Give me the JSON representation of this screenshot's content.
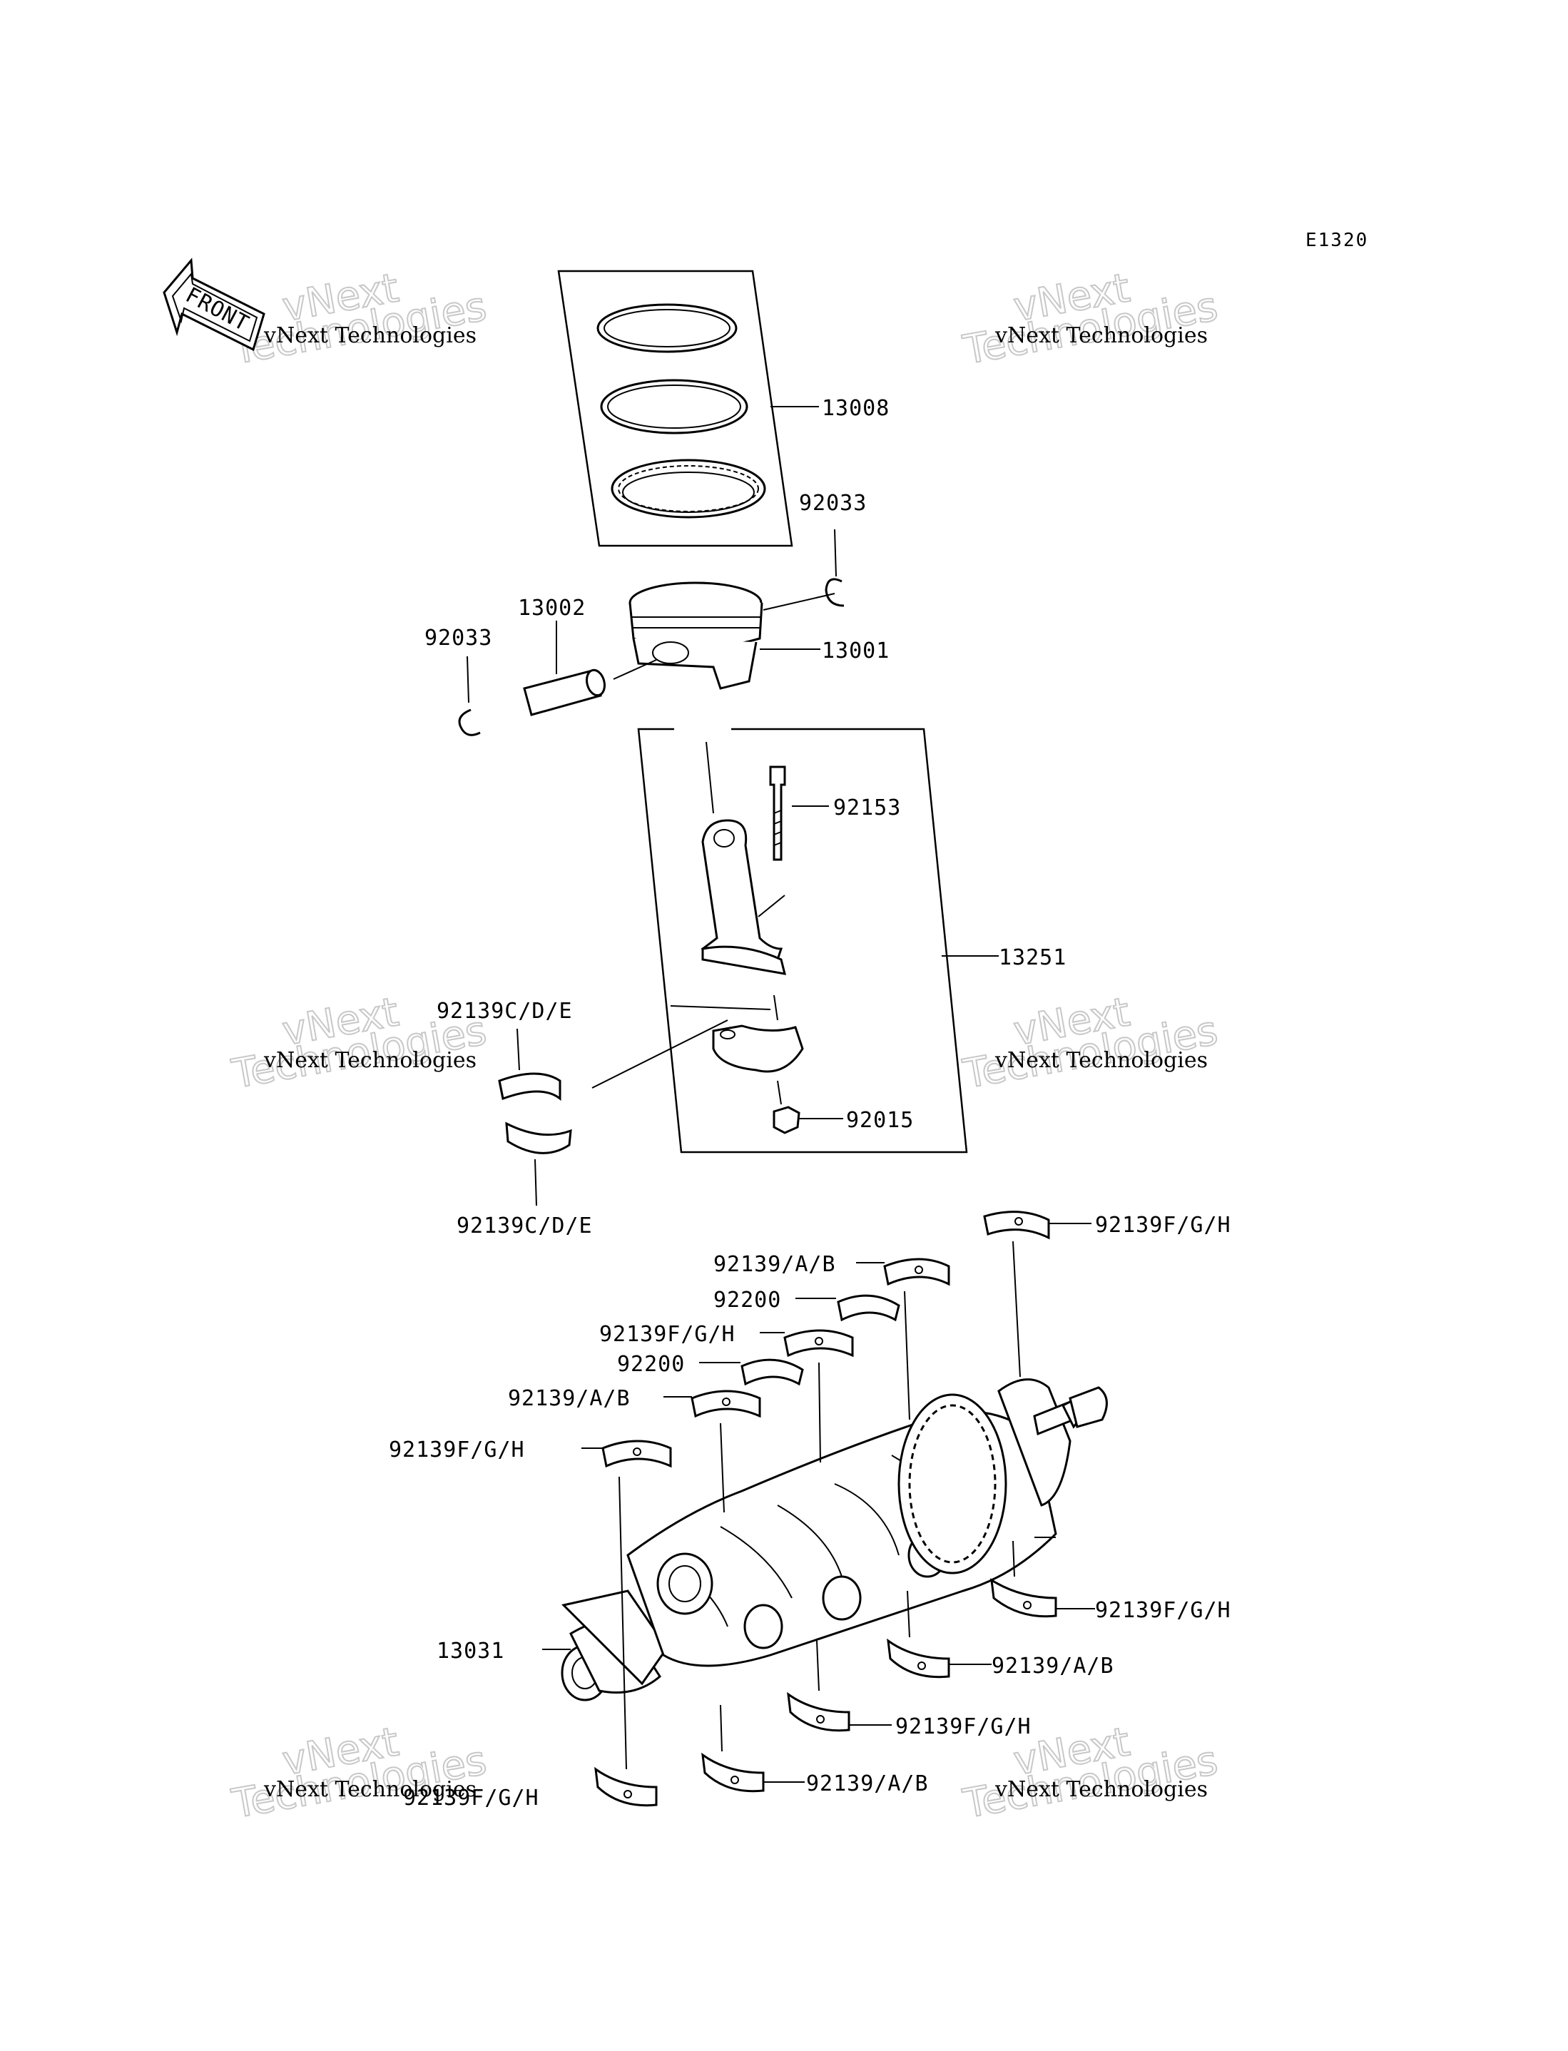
{
  "diagram_code": "E1320",
  "front_arrow_label": "FRONT",
  "watermark": {
    "company": "vNext Technologies",
    "line1": "vNext",
    "line2": "Technologies"
  },
  "parts": {
    "piston_rings": "13008",
    "circlip_right": "92033",
    "circlip_left": "92033",
    "piston_pin": "13002",
    "piston": "13001",
    "con_rod_bolt": "92153",
    "con_rod_assy": "13251",
    "bearing_upper_label": "92139C/D/E",
    "con_rod_nut": "92015",
    "bearing_lower_label": "92139C/D/E",
    "main_top_right": "92139F/G/H",
    "main_ab_1": "92139/A/B",
    "thrust_1": "92200",
    "main_fgh_2": "92139F/G/H",
    "thrust_2": "92200",
    "main_ab_2": "92139/A/B",
    "main_fgh_left": "92139F/G/H",
    "crankshaft": "13031",
    "lower_fgh_right": "92139F/G/H",
    "lower_ab_right": "92139/A/B",
    "lower_fgh_mid": "92139F/G/H",
    "lower_ab_bottom": "92139/A/B",
    "lower_fgh_left": "92139F/G/H"
  }
}
